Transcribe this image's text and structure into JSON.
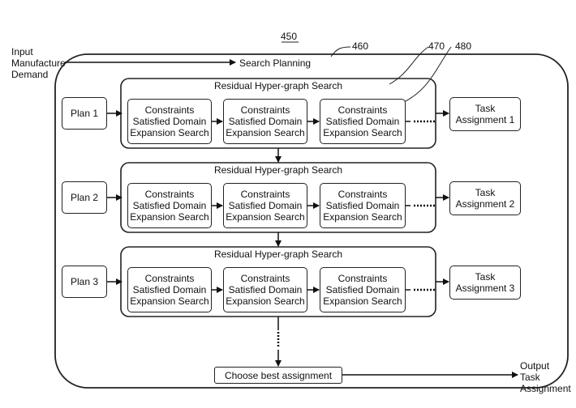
{
  "figure": {
    "ref_number": "450",
    "ref_outer": "460",
    "ref_group": "470",
    "ref_node": "480"
  },
  "input_label": "Input\nManufacture\nDemand",
  "search_planning": "Search Planning",
  "residual_label": "Residual Hyper-graph Search",
  "csde_label": "Constraints\nSatisfied Domain\nExpansion Search",
  "plans": [
    {
      "plan": "Plan 1",
      "task": "Task\nAssignment 1"
    },
    {
      "plan": "Plan 2",
      "task": "Task\nAssignment 2"
    },
    {
      "plan": "Plan 3",
      "task": "Task\nAssignment 3"
    }
  ],
  "choose_best": "Choose best assignment",
  "output_label": "Output\nTask\nAssignment"
}
